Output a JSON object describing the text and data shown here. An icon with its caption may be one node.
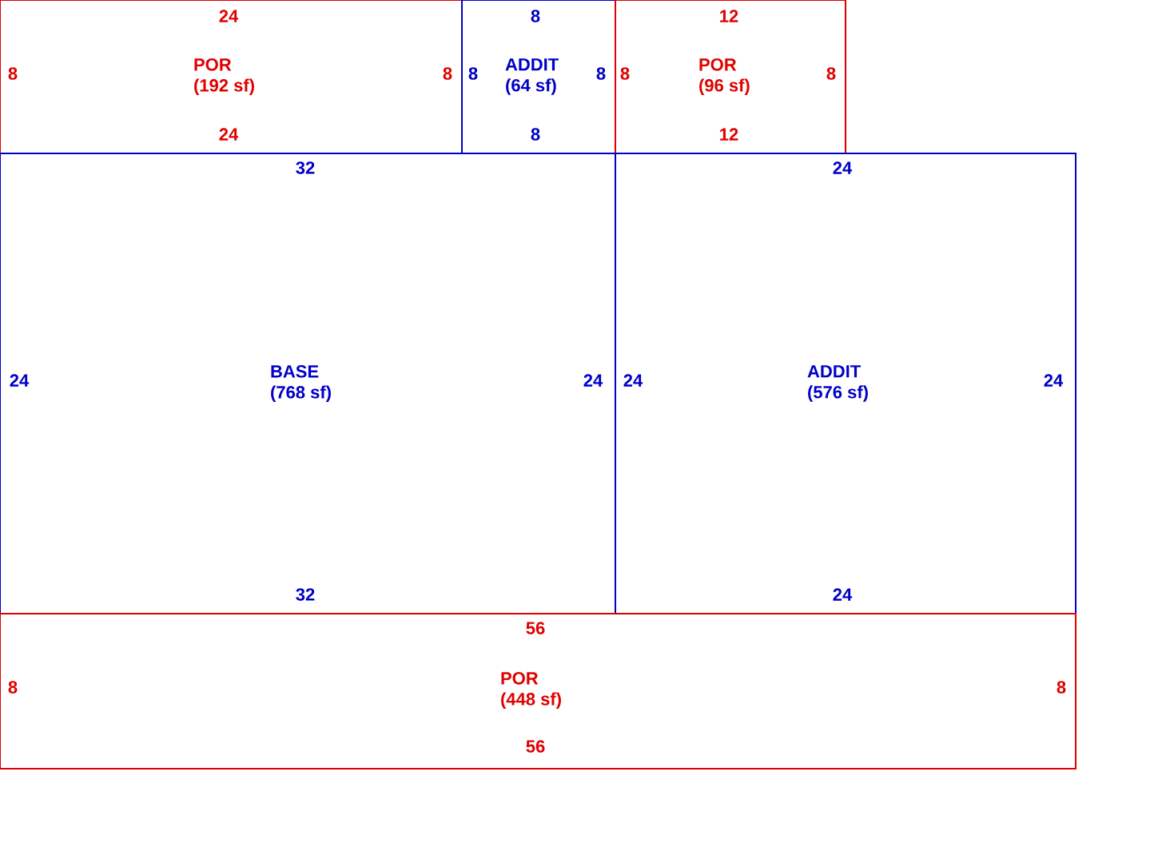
{
  "diagram": {
    "nodes": [
      {
        "text": [
          "POR",
          "(192 sf)"
        ]
      },
      {
        "text": [
          "ADDIT",
          "(64 sf)"
        ]
      },
      {
        "text": [
          "POR",
          "(96 sf)"
        ]
      },
      {
        "text": [
          "BASE",
          "(768 sf)"
        ]
      },
      {
        "text": [
          "ADDIT",
          "(576 sf)"
        ]
      },
      {
        "text": [
          "POR",
          "(448 sf)"
        ]
      }
    ],
    "labels": [
      "24",
      "8",
      "12",
      "8",
      "8",
      "8",
      "8",
      "8",
      "8",
      "24",
      "8",
      "12",
      "32",
      "24",
      "24",
      "24",
      "24",
      "24",
      "32",
      "24",
      "56",
      "8",
      "8",
      "56"
    ]
  }
}
